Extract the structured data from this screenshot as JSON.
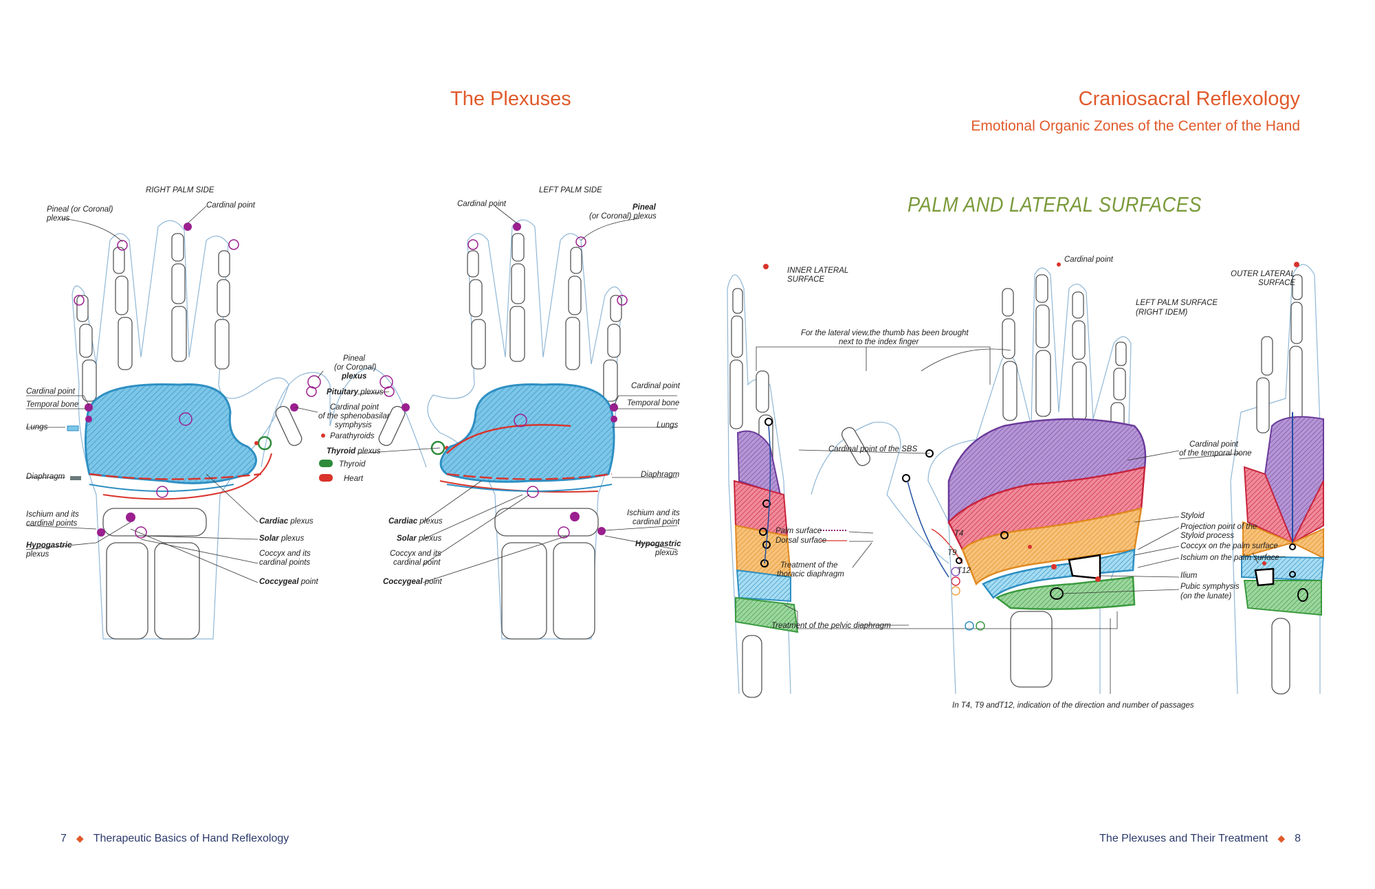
{
  "left_page": {
    "title": "The Plexuses",
    "right_palm_side": "RIGHT PALM SIDE",
    "left_palm_side": "LEFT PALM SIDE",
    "labels_right_hand": {
      "pineal": "Pineal (or Coronal)",
      "pineal2": "plexus",
      "cardinal_top": "Cardinal point",
      "cardinal_side": "Cardinal point",
      "temporal": "Temporal bone",
      "lungs": "Lungs",
      "diaphragm": "Diaphragm",
      "ischium": "Ischium and its",
      "ischium2": "cardinal points",
      "hypogastric": "Hypogastric",
      "hypogastric2": "plexus",
      "cardiac_b": "Cardiac",
      "cardiac": " plexus",
      "solar_b": "Solar",
      "solar": " plexus",
      "coccyx": "Coccyx and its",
      "coccyx2": "cardinal points",
      "coccygeal_b": "Coccygeal",
      "coccygeal": " point"
    },
    "labels_center": {
      "pineal": "Pineal",
      "pineal2": "(or Coronal)",
      "pineal3": "plexus",
      "pituitary_b": "Pituitary",
      "pituitary": " plexus",
      "sbs1": "Cardinal point",
      "sbs2": "of the sphenobasilar",
      "sbs3": "symphysis",
      "parathyroids": "Parathyroids",
      "thyroid_plexus_b": "Thyroid",
      "thyroid_plexus": " plexus",
      "thyroid": "Thyroid",
      "heart": "Heart"
    },
    "labels_left_hand": {
      "cardinal_top": "Cardinal point",
      "pineal_b": "Pineal",
      "pineal2": "(or Coronal) plexus",
      "cardinal_side": "Cardinal point",
      "temporal": "Temporal bone",
      "lungs": "Lungs",
      "diaphragm": "Diaphragm",
      "ischium": "Ischium and its",
      "ischium2": "cardinal point",
      "hypogastric": "Hypogastric",
      "hypogastric2": "plexus",
      "cardiac_b": "Cardiac",
      "cardiac": " plexus",
      "solar_b": "Solar",
      "solar": " plexus",
      "coccyx": "Coccyx and its",
      "coccyx2": "cardinal point",
      "coccygeal_b": "Coccygeal",
      "coccygeal": " point"
    },
    "footer_page": "7",
    "footer_text": "Therapeutic Basics of Hand Reflexology"
  },
  "right_page": {
    "title": "Craniosacral Reflexology",
    "subtitle": "Emotional Organic Zones of the Center of the Hand",
    "section_title": "PALM AND LATERAL SURFACES",
    "labels": {
      "inner1": "INNER LATERAL",
      "inner2": "SURFACE",
      "cardinal": "Cardinal point",
      "outer1": "OUTER LATERAL",
      "outer2": "SURFACE",
      "lps1": "LEFT PALM SURFACE",
      "lps2": "(RIGHT IDEM)",
      "lateral1": "For the lateral view,the thumb has been brought",
      "lateral2": "next to the index finger",
      "sbs": "Cardinal point of the SBS",
      "temporal1": "Cardinal point",
      "temporal2": "of the temporal bone",
      "palm_surface": "Palm surface",
      "dorsal_surface": "Dorsal surface",
      "thoracic1": "Treatment of the",
      "thoracic2": "thoracic diaphragm",
      "t4": "T4",
      "t9": "T9",
      "t12": "T12",
      "styloid": "Styloid",
      "proj1": "Projection point of the",
      "proj2": "Styloid process",
      "coccyx_palm": "Coccyx on the palm surface",
      "ischium_palm": "Ischium on the palm surface",
      "ilium": "Ilium",
      "pubic1": "Pubic symphysis",
      "pubic2": "(on the lunate)",
      "pelvic": "Treatment of the pelvic diaphragm",
      "caption": "In T4, T9 andT12, indication of the direction and number of passages"
    },
    "footer_text": "The Plexuses and Their Treatment",
    "footer_page": "8"
  },
  "colors": {
    "accent_orange": "#e05a2b",
    "title_green": "#7a9a3a",
    "footer_navy": "#2c3a6b",
    "lungs_blue": "#3aa8d8",
    "heart_red": "#d9342b",
    "thyroid_green": "#2e8b3a",
    "cardinal_purple": "#9b1f8f",
    "zone_purple": "#8e5bb5",
    "zone_red": "#d8324a",
    "zone_orange": "#f0a040",
    "zone_blue": "#3aa8d8",
    "zone_green": "#4caf50"
  }
}
